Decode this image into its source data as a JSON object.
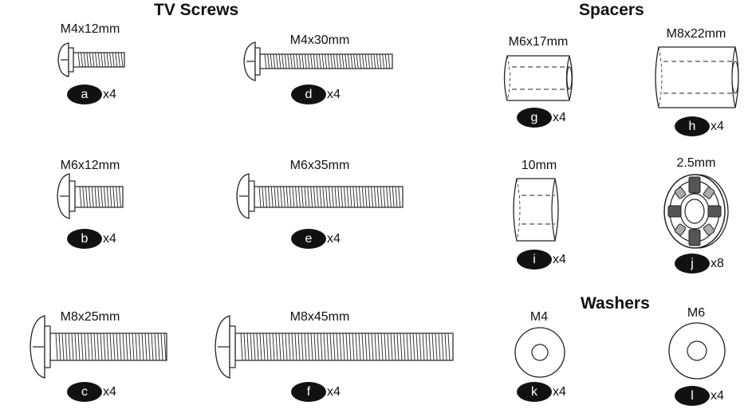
{
  "headings": {
    "tv_screws": "TV Screws",
    "spacers": "Spacers",
    "washers": "Washers"
  },
  "parts": {
    "a": {
      "size": "M4x12mm",
      "letter": "a",
      "qty": "x4"
    },
    "b": {
      "size": "M6x12mm",
      "letter": "b",
      "qty": "x4"
    },
    "c": {
      "size": "M8x25mm",
      "letter": "c",
      "qty": "x4"
    },
    "d": {
      "size": "M4x30mm",
      "letter": "d",
      "qty": "x4"
    },
    "e": {
      "size": "M6x35mm",
      "letter": "e",
      "qty": "x4"
    },
    "f": {
      "size": "M8x45mm",
      "letter": "f",
      "qty": "x4"
    },
    "g": {
      "size": "M6x17mm",
      "letter": "g",
      "qty": "x4"
    },
    "h": {
      "size": "M8x22mm",
      "letter": "h",
      "qty": "x4"
    },
    "i": {
      "size": "10mm",
      "letter": "i",
      "qty": "x4"
    },
    "j": {
      "size": "2.5mm",
      "letter": "j",
      "qty": "x8"
    },
    "k": {
      "size": "M4",
      "letter": "k",
      "qty": "x4"
    },
    "l": {
      "size": "M6",
      "letter": "l",
      "qty": "x4"
    }
  }
}
